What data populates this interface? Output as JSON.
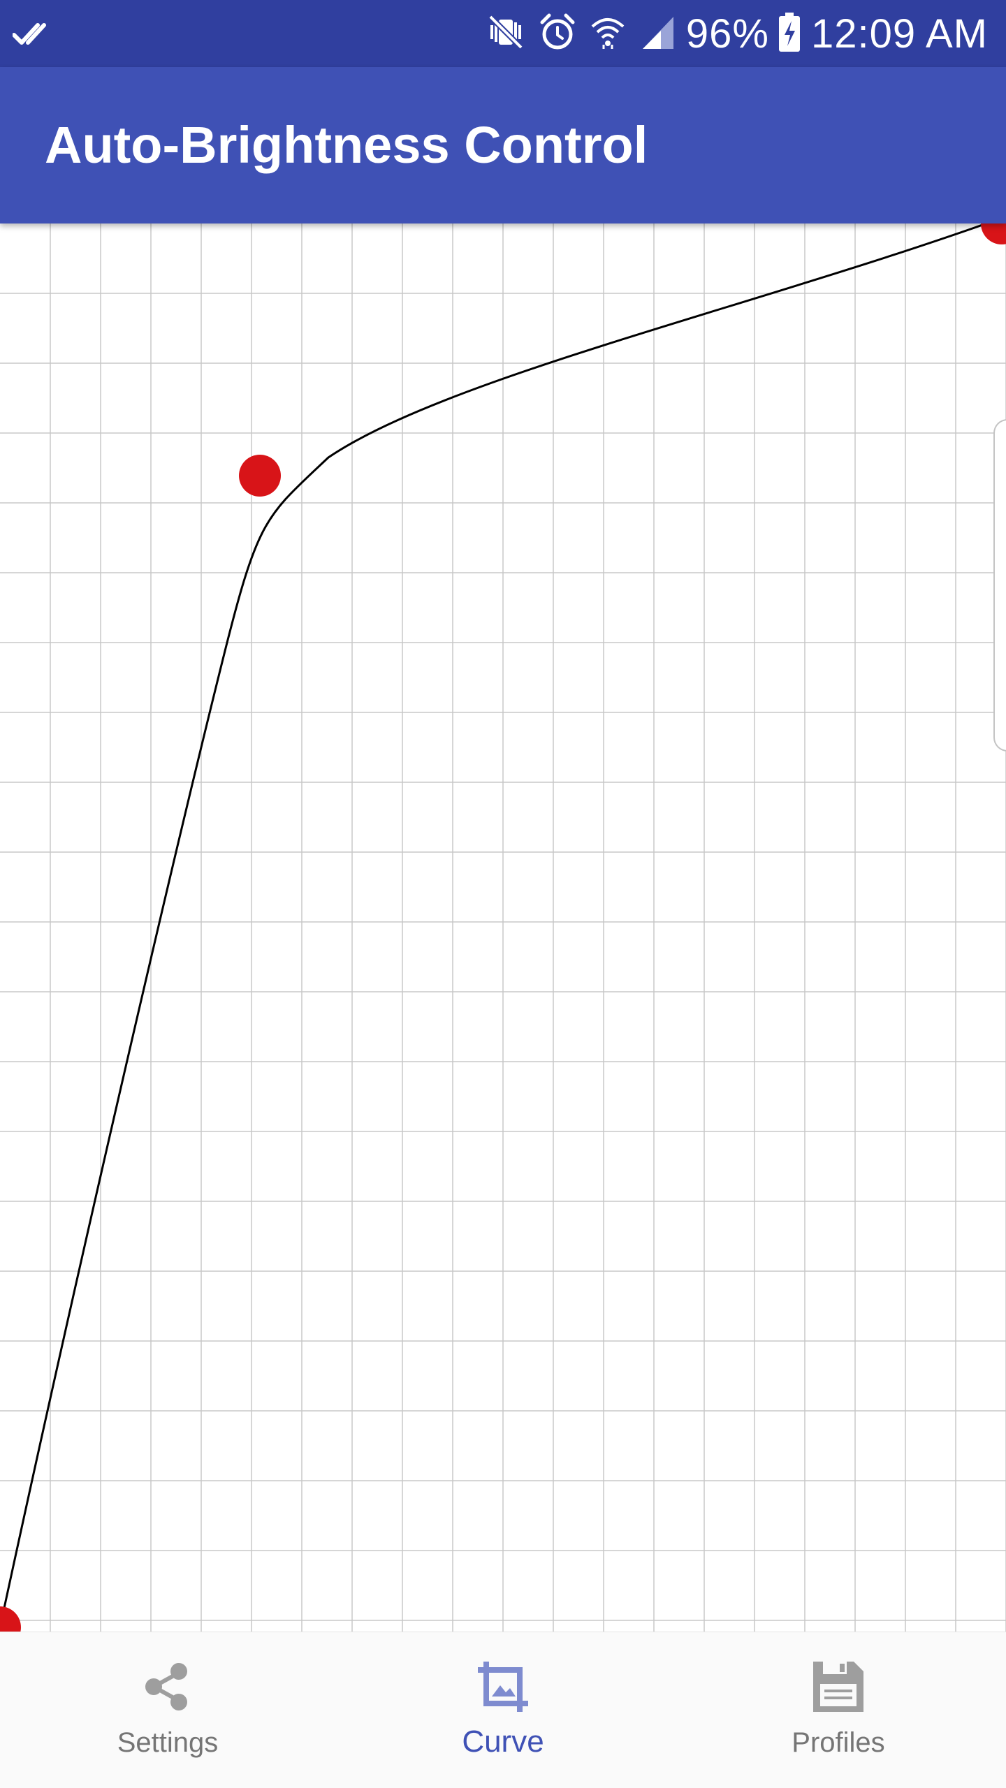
{
  "status_bar": {
    "battery": "96%",
    "time": "12:09 AM",
    "icons": [
      "double-check-icon",
      "mute-vibrate-icon",
      "alarm-icon",
      "wifi-icon",
      "signal-icon",
      "battery-charging-icon"
    ]
  },
  "app_bar": {
    "title": "Auto-Brightness Control"
  },
  "colors": {
    "status_bar": "#303f9f",
    "app_bar": "#3f51b5",
    "control_point": "#d81418",
    "curve": "#000000",
    "grid": "#c8c8c8",
    "nav_active": "#3f51b5",
    "nav_inactive": "#9e9e9e"
  },
  "bottom_nav": {
    "items": [
      {
        "label": "Settings",
        "icon": "share-icon",
        "active": false
      },
      {
        "label": "Curve",
        "icon": "crop-icon",
        "active": true
      },
      {
        "label": "Profiles",
        "icon": "save-icon",
        "active": false
      }
    ]
  }
}
